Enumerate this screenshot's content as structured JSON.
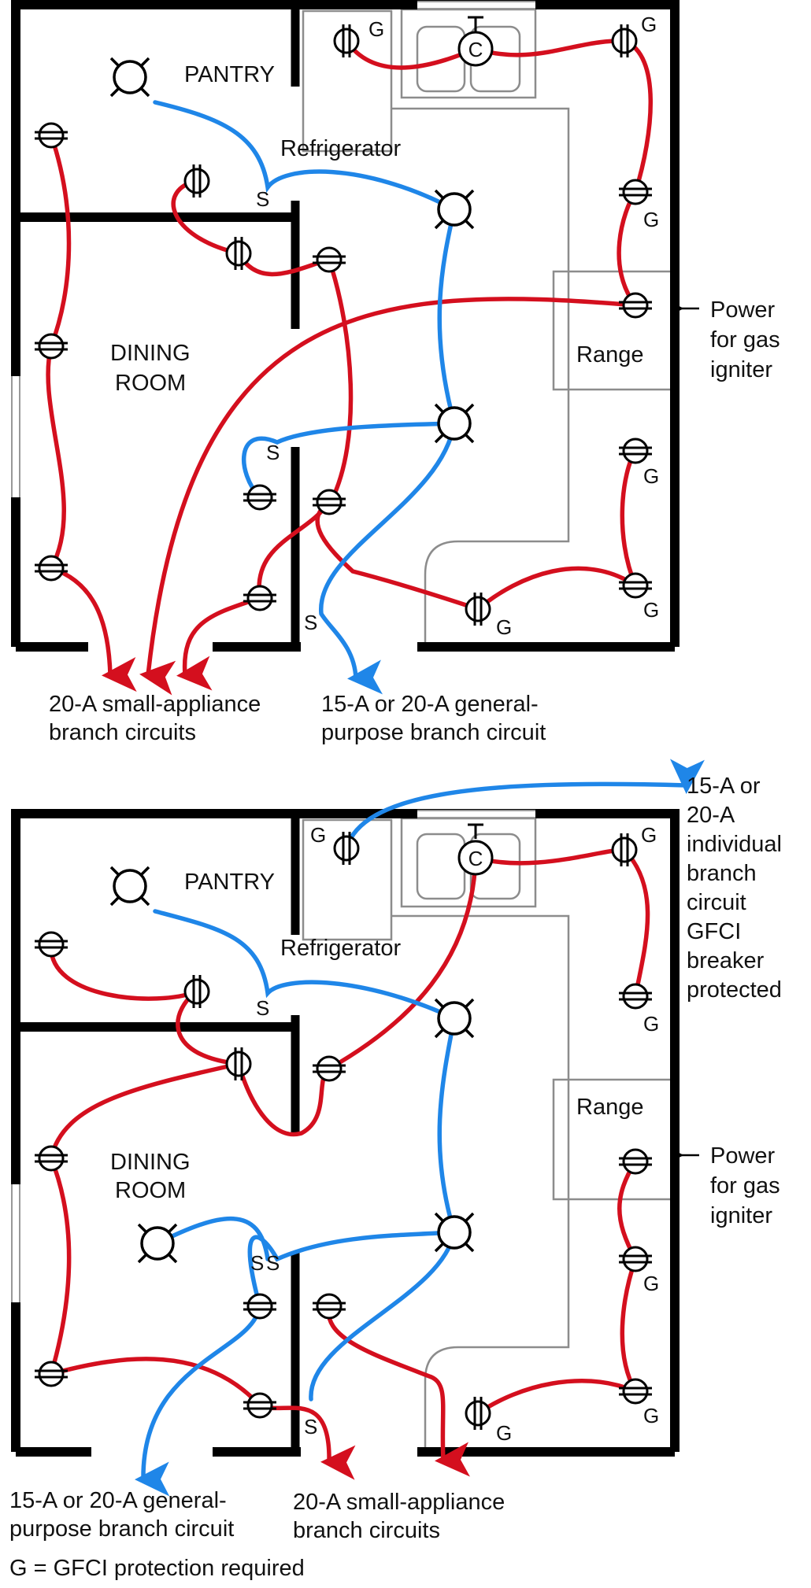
{
  "colors": {
    "small_appliance_circuit": "#d40f1e",
    "general_purpose_circuit": "#1f86e8",
    "walls": "#000000",
    "fixtures": "#8c8c8c"
  },
  "symbols": {
    "receptacle": "duplex-receptacle-icon",
    "light": "ceiling-light-icon",
    "clock_outlet": "clock-outlet-icon",
    "switch": "S",
    "gfci": "G",
    "clock": "C"
  },
  "top_plan": {
    "rooms": {
      "pantry": "PANTRY",
      "dining_room_line1": "DINING",
      "dining_room_line2": "ROOM",
      "refrigerator": "Refrigerator",
      "range": "Range"
    },
    "power_note": [
      "Power",
      "for gas",
      "igniter"
    ],
    "caption_small_appliance": [
      "20-A small-appliance",
      "branch circuits"
    ],
    "caption_general": [
      "15-A or 20-A general-",
      "purpose branch circuit"
    ]
  },
  "bottom_plan": {
    "rooms": {
      "pantry": "PANTRY",
      "dining_room_line1": "DINING",
      "dining_room_line2": "ROOM",
      "refrigerator": "Refrigerator",
      "range": "Range"
    },
    "power_note": [
      "Power",
      "for gas",
      "igniter"
    ],
    "individual_circuit_note": [
      "15-A or",
      "20-A",
      "individual",
      "branch",
      "circuit",
      "GFCI",
      "breaker",
      "protected"
    ],
    "caption_general": [
      "15-A or 20-A general-",
      "purpose branch circuit"
    ],
    "caption_small_appliance": [
      "20-A small-appliance",
      "branch circuits"
    ],
    "legend": "G = GFCI protection required"
  }
}
